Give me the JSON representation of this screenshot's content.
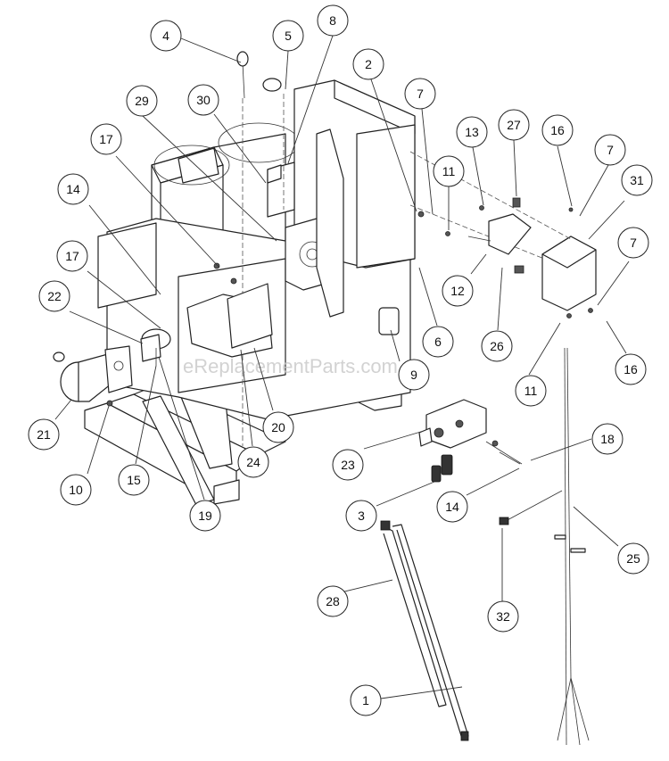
{
  "watermark": "eReplacementParts.com",
  "callouts": [
    {
      "label": "4"
    },
    {
      "label": "5"
    },
    {
      "label": "8"
    },
    {
      "label": "2"
    },
    {
      "label": "7"
    },
    {
      "label": "29"
    },
    {
      "label": "30"
    },
    {
      "label": "17"
    },
    {
      "label": "13"
    },
    {
      "label": "27"
    },
    {
      "label": "16"
    },
    {
      "label": "7"
    },
    {
      "label": "11"
    },
    {
      "label": "31"
    },
    {
      "label": "14"
    },
    {
      "label": "17"
    },
    {
      "label": "22"
    },
    {
      "label": "7"
    },
    {
      "label": "12"
    },
    {
      "label": "26"
    },
    {
      "label": "6"
    },
    {
      "label": "9"
    },
    {
      "label": "11"
    },
    {
      "label": "16"
    },
    {
      "label": "21"
    },
    {
      "label": "10"
    },
    {
      "label": "15"
    },
    {
      "label": "19"
    },
    {
      "label": "24"
    },
    {
      "label": "20"
    },
    {
      "label": "23"
    },
    {
      "label": "18"
    },
    {
      "label": "3"
    },
    {
      "label": "14"
    },
    {
      "label": "25"
    },
    {
      "label": "28"
    },
    {
      "label": "32"
    },
    {
      "label": "1"
    }
  ]
}
